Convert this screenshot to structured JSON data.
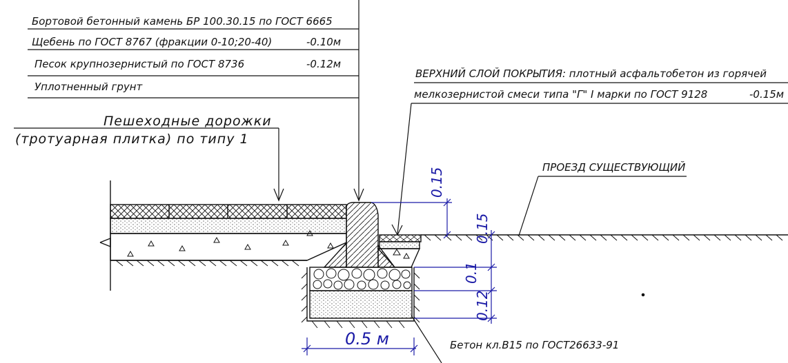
{
  "labels": {
    "curb_stone": "Бортовой бетонный камень БР 100.30.15 по ГОСТ 6665",
    "crushed_stone": "Щебень по ГОСТ 8767 (фракции 0-10;20-40)",
    "crushed_stone_depth": "-0.10м",
    "sand": "Песок крупнозернистый по ГОСТ 8736",
    "sand_depth": "-0.12м",
    "compacted_soil": "Уплотненный грунт",
    "walkways_line1": "Пешеходные дорожки",
    "walkways_line2": "(тротуарная плитка) по типу 1",
    "top_layer_line1": "ВЕРХНИЙ СЛОЙ ПОКРЫТИЯ: плотный асфальтобетон из горячей",
    "top_layer_line2": "мелкозернистой смеси типа \"Г\" I марки по ГОСТ 9128",
    "top_layer_depth": "-0.15м",
    "existing_driveway": "ПРОЕЗД СУЩЕСТВУЮЩИЙ",
    "concrete": "Бетон кл.В15 по ГОСТ26633-91"
  },
  "dimensions": {
    "curb_height": "0.15",
    "asphalt_thickness": "0.15",
    "gravel_thickness": "0.1",
    "sand_thickness": "0.12",
    "width": "0.5 м"
  },
  "colors": {
    "line": "#111111",
    "dimension": "#1a1aa6"
  }
}
